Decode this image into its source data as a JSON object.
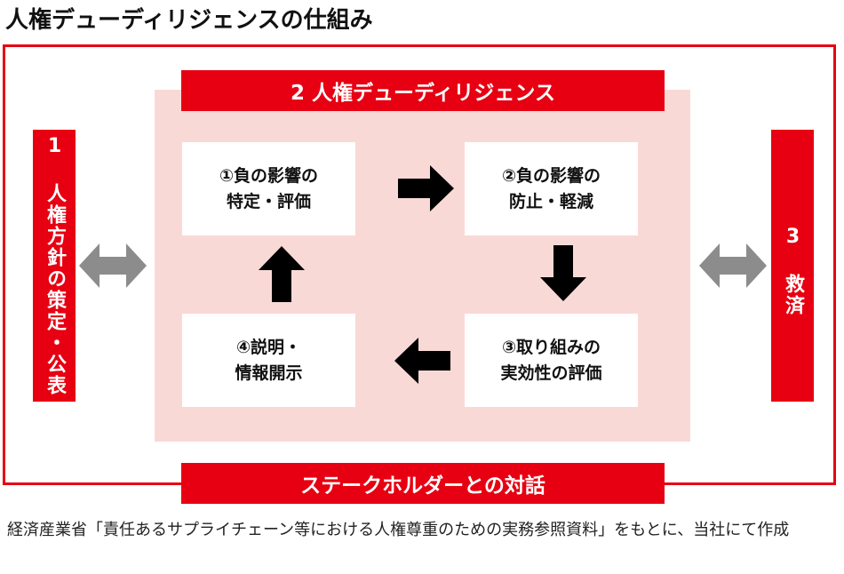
{
  "title": "人権デューディリジェンスの仕組み",
  "dd_bar_label": "2 人権デューディリジェンス",
  "stakeholder_bar_label": "ステークホルダーとの対話",
  "left_bar_label": "1 人権方針の策定・公表",
  "right_bar_label": "3 救済",
  "steps": [
    {
      "label": "①負の影響の\n特定・評価"
    },
    {
      "label": "②負の影響の\n防止・軽減"
    },
    {
      "label": "③取り組みの\n実効性の評価"
    },
    {
      "label": "④説明・\n情報開示"
    }
  ],
  "footnote": "経済産業省「責任あるサプライチェーン等における人権尊重のための実務参照資料」をもとに、当社にて作成",
  "colors": {
    "accent_red": "#e60012",
    "pink_background": "#f9d9d6",
    "flow_arrow": "#000000",
    "double_arrow": "#8c8c8c"
  },
  "icons": {
    "flow_arrows": [
      "arrow-right-icon",
      "arrow-down-icon",
      "arrow-left-icon",
      "arrow-up-icon"
    ],
    "side_arrows": [
      "double-arrow-icon",
      "double-arrow-icon"
    ]
  }
}
